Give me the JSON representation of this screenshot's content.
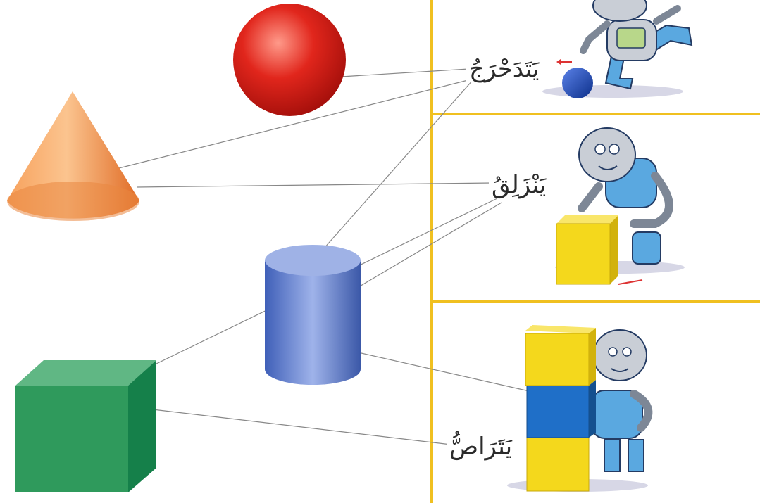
{
  "activity": {
    "verbs": [
      {
        "id": "roll",
        "text": "يَتَدَحْرَجُ"
      },
      {
        "id": "slide",
        "text": "يَنْزَلِقُ"
      },
      {
        "id": "stack",
        "text": "يَتَرَاصُّ"
      }
    ]
  },
  "shapes": [
    {
      "name": "sphere",
      "color": "#e1261c"
    },
    {
      "name": "cone",
      "color": "#f08a43"
    },
    {
      "name": "cylinder",
      "color": "#5a78c8"
    },
    {
      "name": "cube",
      "color": "#2f9a5c"
    }
  ],
  "colors": {
    "panel_border": "#f0c020",
    "connector": "#777777",
    "robot_body": "#5aa8e0",
    "block_yellow": "#f4d81c",
    "block_blue": "#1f6fc8"
  }
}
